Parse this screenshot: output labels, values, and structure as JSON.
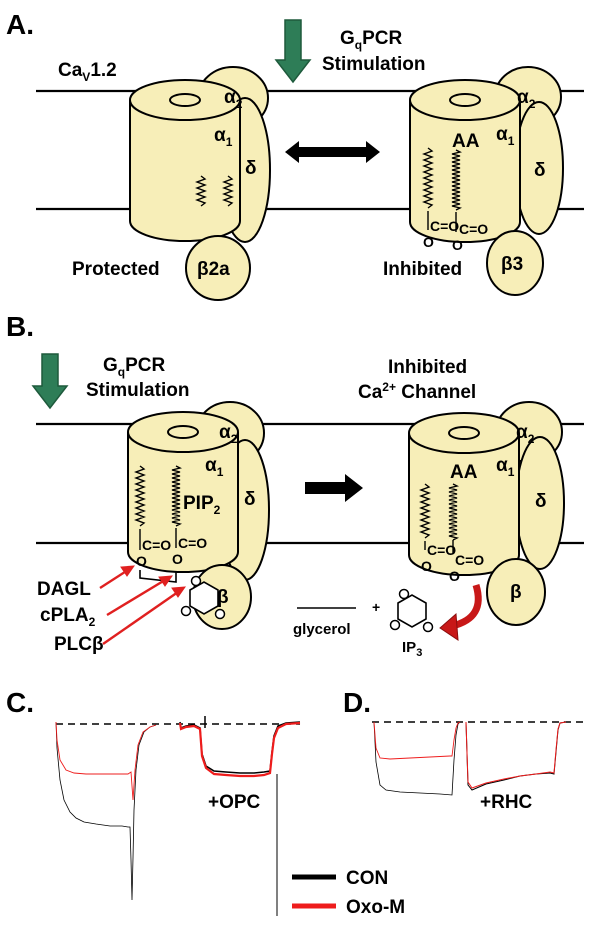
{
  "panel_a": {
    "letter": "A.",
    "channel_name": "Ca",
    "channel_sub": "V",
    "channel_suffix": "1.2",
    "stimulation_line1_main": "G",
    "stimulation_line1_sub": "q",
    "stimulation_line1_rest": "PCR",
    "stimulation_line2": "Stimulation",
    "left_state": "Protected",
    "right_state": "Inhibited",
    "alpha2": "α",
    "alpha2_sub": "2",
    "alpha1": "α",
    "alpha1_sub": "1",
    "delta": "δ",
    "beta_left_main": "β2",
    "beta_left_suffix": "a",
    "beta_right": "β3",
    "aa": "AA",
    "carbonyl": "C=O",
    "o": "O",
    "arrow_color": "#2e7d57"
  },
  "panel_b": {
    "letter": "B.",
    "stimulation_line1_main": "G",
    "stimulation_line1_sub": "q",
    "stimulation_line1_rest": "PCR",
    "stimulation_line2": "Stimulation",
    "inhibited_line1": "Inhibited",
    "inhibited_line2_main": "Ca",
    "inhibited_line2_sup": "2+",
    "inhibited_line2_rest": " Channel",
    "alpha2": "α",
    "alpha2_sub": "2",
    "alpha1": "α",
    "alpha1_sub": "1",
    "delta": "δ",
    "pip_main": "PIP",
    "pip_sub": "2",
    "beta": "β",
    "aa": "AA",
    "carbonyl": "C=O",
    "o": "O",
    "enzyme1": "DAGL",
    "enzyme2_main": "cPLA",
    "enzyme2_sub": "2",
    "enzyme3": "PLCβ",
    "glycerol": "glycerol",
    "plus": "+",
    "ip3_main": "IP",
    "ip3_sub": "3",
    "enzyme_color": "#e02020"
  },
  "panel_c": {
    "letter": "C.",
    "drug_label": "+OPC"
  },
  "panel_d": {
    "letter": "D.",
    "drug_label": "+RHC"
  },
  "legend": {
    "items": [
      {
        "label": "CON",
        "color": "#000000"
      },
      {
        "label": "Oxo-M",
        "color": "#ee1c1c"
      }
    ]
  }
}
